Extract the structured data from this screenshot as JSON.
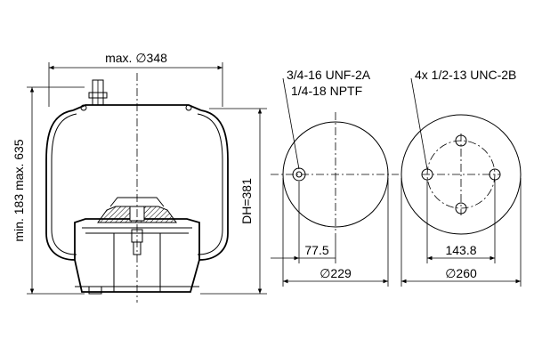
{
  "left_view": {
    "width_label": "max. ∅348",
    "height_label_vertical": "min. 183 max. 635",
    "dh_label": "DH=381"
  },
  "mid_view": {
    "thread_label_1": "3/4-16 UNF-2A",
    "thread_label_2": "1/4-18 NPTF",
    "offset_label": "77.5",
    "diameter_label": "∅229"
  },
  "right_view": {
    "bolt_label": "4x 1/2-13 UNC-2B",
    "bolt_circle_label": "143.8",
    "diameter_label": "∅260"
  }
}
